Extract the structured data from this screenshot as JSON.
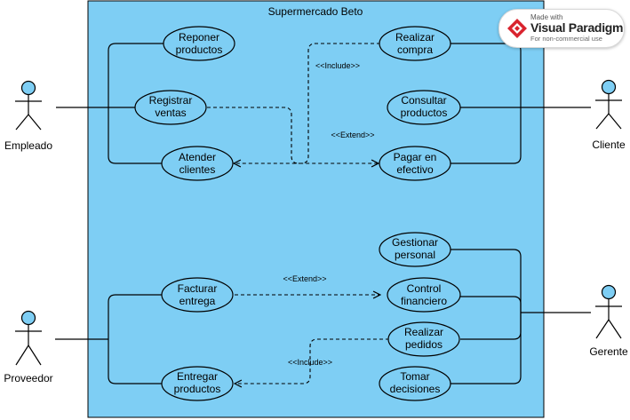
{
  "system": {
    "title": "Supermercado Beto",
    "fill": "#7ecef4"
  },
  "actors": [
    {
      "id": "empleado",
      "label": "Empleado"
    },
    {
      "id": "cliente",
      "label": "Cliente"
    },
    {
      "id": "proveedor",
      "label": "Proveedor"
    },
    {
      "id": "gerente",
      "label": "Gerente"
    }
  ],
  "use_cases": [
    {
      "id": "reponer",
      "lines": [
        "Reponer",
        "productos"
      ]
    },
    {
      "id": "registrar",
      "lines": [
        "Registrar",
        "ventas"
      ]
    },
    {
      "id": "atender",
      "lines": [
        "Atender",
        "clientes"
      ]
    },
    {
      "id": "realizar-compra",
      "lines": [
        "Realizar",
        "compra"
      ]
    },
    {
      "id": "consultar",
      "lines": [
        "Consultar",
        "productos"
      ]
    },
    {
      "id": "pagar",
      "lines": [
        "Pagar en",
        "efectivo"
      ]
    },
    {
      "id": "gestionar",
      "lines": [
        "Gestionar",
        "personal"
      ]
    },
    {
      "id": "facturar",
      "lines": [
        "Facturar",
        "entrega"
      ]
    },
    {
      "id": "control",
      "lines": [
        "Control",
        "financiero"
      ]
    },
    {
      "id": "realizar-pedidos",
      "lines": [
        "Realizar",
        "pedidos"
      ]
    },
    {
      "id": "entregar",
      "lines": [
        "Entregar",
        "productos"
      ]
    },
    {
      "id": "tomar",
      "lines": [
        "Tomar",
        "decisiones"
      ]
    }
  ],
  "relations": [
    {
      "from": "realizar-compra",
      "to": "atender",
      "type": "include",
      "label": "<<Include>>"
    },
    {
      "from": "registrar",
      "to": "pagar",
      "type": "extend",
      "label": "<<Extend>>"
    },
    {
      "from": "facturar",
      "to": "control",
      "type": "extend",
      "label": "<<Extend>>"
    },
    {
      "from": "realizar-pedidos",
      "to": "entregar",
      "type": "include",
      "label": "<<Include>>"
    }
  ],
  "watermark": {
    "made_with": "Made with",
    "brand": "Visual Paradigm",
    "note": "For non-commercial use"
  }
}
